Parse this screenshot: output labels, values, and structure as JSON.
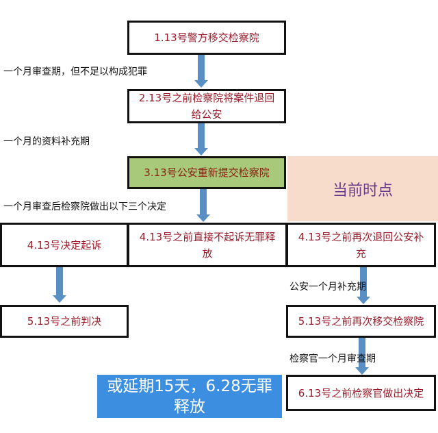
{
  "steps": {
    "s1": "1.13号警方移交检察院",
    "s2": "2.13号之前检察院将案件退回给公安",
    "s3": "3.13号公安重新提交检察院",
    "s4a": "4.13号决定起诉",
    "s4b": "4.13号之前直接不起诉无罪释放",
    "s4c": "4.13号之前再次退回公安补充",
    "s5a": "5.13号之前判决",
    "s5c": "5.13号之前再次移交检察院",
    "s6": "6.13号之前检察官做出决定"
  },
  "labels": {
    "l1": "一个月审查期，但不足以构成犯罪",
    "l2": "一个月的资料补充期",
    "l3": "一个月审查后检察院做出以下三个决定",
    "l4": "公安一个月补充期",
    "l5": "检察官一个月审查期"
  },
  "current_point": "当前时点",
  "note": "或延期15天，6.28无罪释放",
  "colors": {
    "arrow": "#5a8fc4",
    "highlight": "#a8c87a",
    "note_bg": "#3c8ee0",
    "current_bg": "#f7dccb"
  }
}
